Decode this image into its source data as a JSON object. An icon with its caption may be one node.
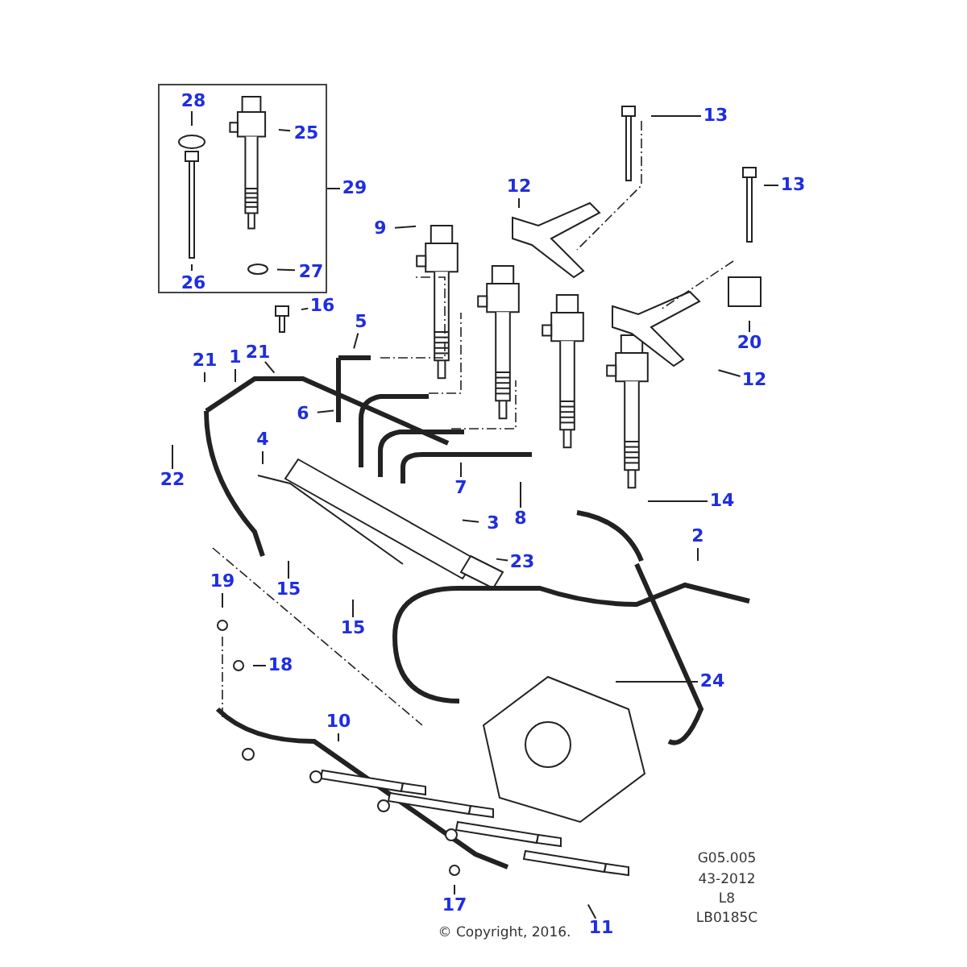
{
  "diagram": {
    "nodes": [
      {
        "text": [],
        "shape": "box"
      },
      {
        "text": [
          "28"
        ],
        "in": 0
      },
      {
        "text": [
          "25"
        ],
        "in": 0
      },
      {
        "text": [
          "26"
        ],
        "in": 0
      },
      {
        "text": [
          "27"
        ],
        "in": 0
      },
      {
        "text": [
          "29"
        ]
      },
      {
        "text": [
          "13"
        ]
      },
      {
        "text": [
          "12"
        ]
      },
      {
        "text": [
          "9"
        ]
      },
      {
        "text": [
          "13"
        ]
      },
      {
        "text": [
          "16"
        ]
      },
      {
        "text": [
          "5"
        ]
      },
      {
        "text": [
          "20"
        ]
      },
      {
        "text": [
          "21"
        ]
      },
      {
        "text": [
          "1"
        ]
      },
      {
        "text": [
          "21"
        ]
      },
      {
        "text": [
          "6"
        ]
      },
      {
        "text": [
          "12"
        ]
      },
      {
        "text": [
          "22"
        ]
      },
      {
        "text": [
          "4"
        ]
      },
      {
        "text": [
          "7"
        ]
      },
      {
        "text": [
          "14"
        ]
      },
      {
        "text": [
          "8"
        ]
      },
      {
        "text": [
          "3"
        ]
      },
      {
        "text": [
          "2"
        ]
      },
      {
        "text": [
          "19"
        ]
      },
      {
        "text": [
          "15"
        ]
      },
      {
        "text": [
          "23"
        ]
      },
      {
        "text": [
          "15"
        ]
      },
      {
        "text": [
          "18"
        ]
      },
      {
        "text": [
          "24"
        ]
      },
      {
        "text": [
          "10"
        ]
      },
      {
        "text": [
          "17"
        ]
      },
      {
        "text": [
          "11"
        ]
      }
    ],
    "edges": [
      {
        "from": 1,
        "to": null,
        "arrow": "none"
      },
      {
        "from": 2,
        "to": null,
        "arrow": "none"
      },
      {
        "from": 3,
        "to": null,
        "arrow": "none"
      },
      {
        "from": 4,
        "to": null,
        "arrow": "none"
      },
      {
        "from": 5,
        "to": 0,
        "arrow": "none"
      },
      {
        "from": 6,
        "to": null,
        "arrow": "none"
      },
      {
        "from": 7,
        "to": null,
        "arrow": "none"
      },
      {
        "from": 8,
        "to": null,
        "arrow": "none"
      },
      {
        "from": 9,
        "to": null,
        "arrow": "none"
      },
      {
        "from": 10,
        "to": null,
        "arrow": "none"
      },
      {
        "from": 11,
        "to": null,
        "arrow": "none"
      },
      {
        "from": 12,
        "to": null,
        "arrow": "none"
      },
      {
        "from": 13,
        "to": null,
        "arrow": "none"
      },
      {
        "from": 14,
        "to": null,
        "arrow": "none"
      },
      {
        "from": 15,
        "to": null,
        "arrow": "none"
      },
      {
        "from": 16,
        "to": null,
        "arrow": "none"
      },
      {
        "from": 17,
        "to": null,
        "arrow": "none"
      },
      {
        "from": 18,
        "to": null,
        "arrow": "none"
      },
      {
        "from": 19,
        "to": null,
        "arrow": "none"
      },
      {
        "from": 20,
        "to": null,
        "arrow": "none"
      },
      {
        "from": 21,
        "to": null,
        "arrow": "none"
      },
      {
        "from": 22,
        "to": null,
        "arrow": "none"
      },
      {
        "from": 23,
        "to": null,
        "arrow": "none"
      },
      {
        "from": 24,
        "to": null,
        "arrow": "none"
      },
      {
        "from": 25,
        "to": null,
        "arrow": "none"
      },
      {
        "from": 26,
        "to": null,
        "arrow": "none"
      },
      {
        "from": 27,
        "to": null,
        "arrow": "none"
      },
      {
        "from": 28,
        "to": null,
        "arrow": "none"
      },
      {
        "from": 29,
        "to": null,
        "arrow": "none"
      },
      {
        "from": 30,
        "to": null,
        "arrow": "none"
      },
      {
        "from": 31,
        "to": null,
        "arrow": "none"
      },
      {
        "from": 32,
        "to": null,
        "arrow": "none"
      },
      {
        "from": 33,
        "to": null,
        "arrow": "none"
      }
    ],
    "labels": [
      "G05.005",
      "43-2012",
      "L8",
      "LB0185C",
      "© Copyright, 2016."
    ]
  }
}
